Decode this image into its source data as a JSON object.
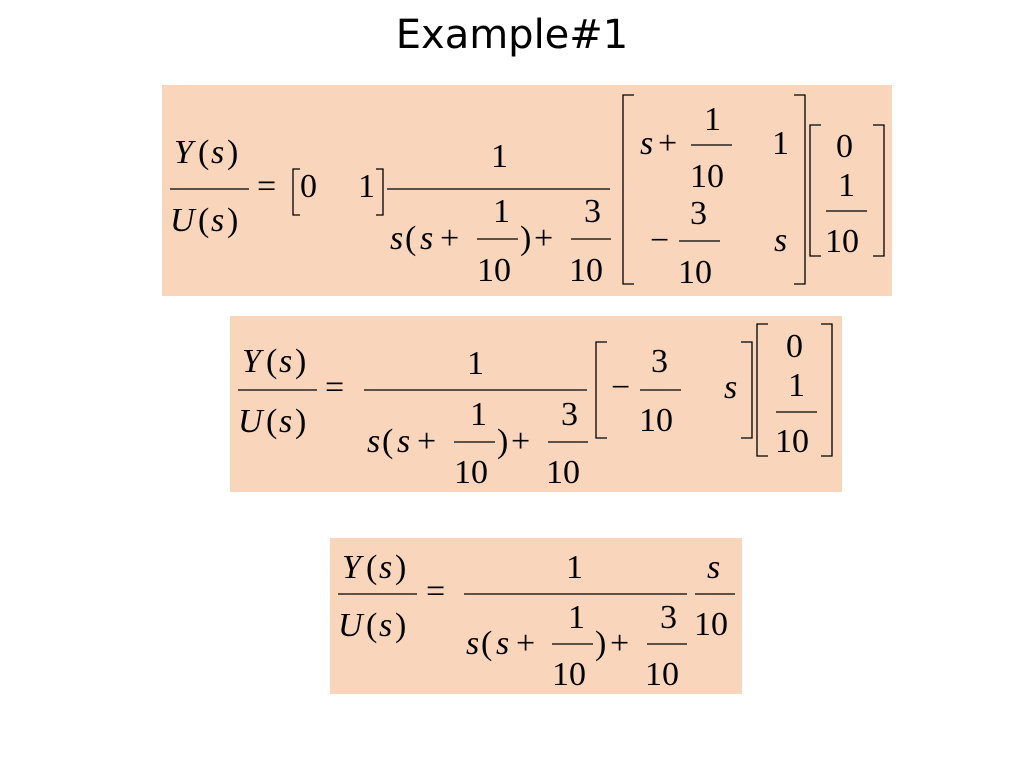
{
  "slide": {
    "title": "Example#1"
  },
  "symbols": {
    "Y": "Y",
    "U": "U",
    "s": "s",
    "lp": "(",
    "rp": ")",
    "eq": "=",
    "plus": "+",
    "minus": "−",
    "zero": "0",
    "one": "1",
    "three": "3",
    "ten": "10"
  }
}
